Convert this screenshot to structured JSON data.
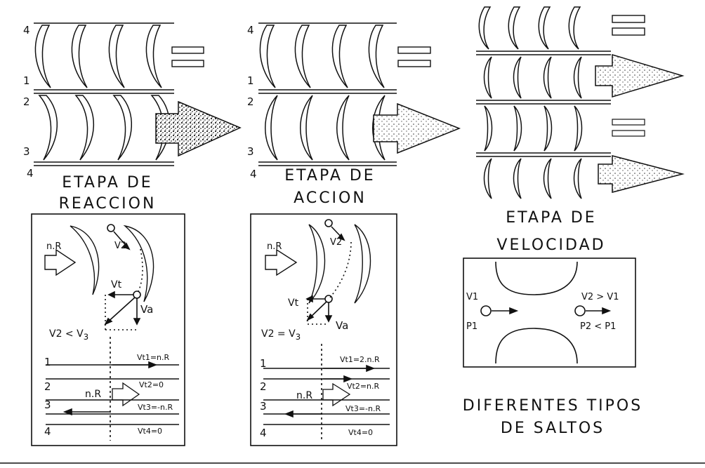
{
  "titles": {
    "reaction_line1": "ETAPA DE",
    "reaction_line2": "REACCION",
    "action_line1": "ETAPA DE",
    "action_line2": "ACCION",
    "velocity_line1": "ETAPA DE",
    "velocity_line2": "VELOCIDAD",
    "jumps_line1": "DIFERENTES TIPOS",
    "jumps_line2": "DE SALTOS"
  },
  "row_numbers": {
    "r1": "4",
    "r2": "1",
    "r3": "2",
    "r4": "3",
    "r5": "4"
  },
  "reaction_box": {
    "nR": "n.R",
    "v2": "V2",
    "vt": "Vt",
    "va": "Va",
    "relation": "V2  < V",
    "relation_sub": "3",
    "vt1": "Vt1=n.R",
    "vt2": "Vt2=0",
    "vt3": "Vt3=-n.R",
    "vt4": "Vt4=0",
    "nR2": "n.R",
    "lines": [
      "1",
      "2",
      "3",
      "4"
    ]
  },
  "action_box": {
    "nR": "n.R",
    "v2": "V2",
    "vt": "Vt",
    "va": "Va",
    "relation": "V2  = V",
    "relation_sub": "3",
    "vt1": "Vt1=2.n.R",
    "vt2": "Vt2=n.R",
    "vt3": "Vt3=-n.R",
    "vt4": "Vt4=0",
    "nR2": "n.R",
    "lines": [
      "1",
      "2",
      "3",
      "4"
    ]
  },
  "nozzle_box": {
    "v1": "V1",
    "p1": "P1",
    "v2_gt_v1": "V2  >  V1",
    "p2_lt_p1": "P2  <  P1"
  }
}
